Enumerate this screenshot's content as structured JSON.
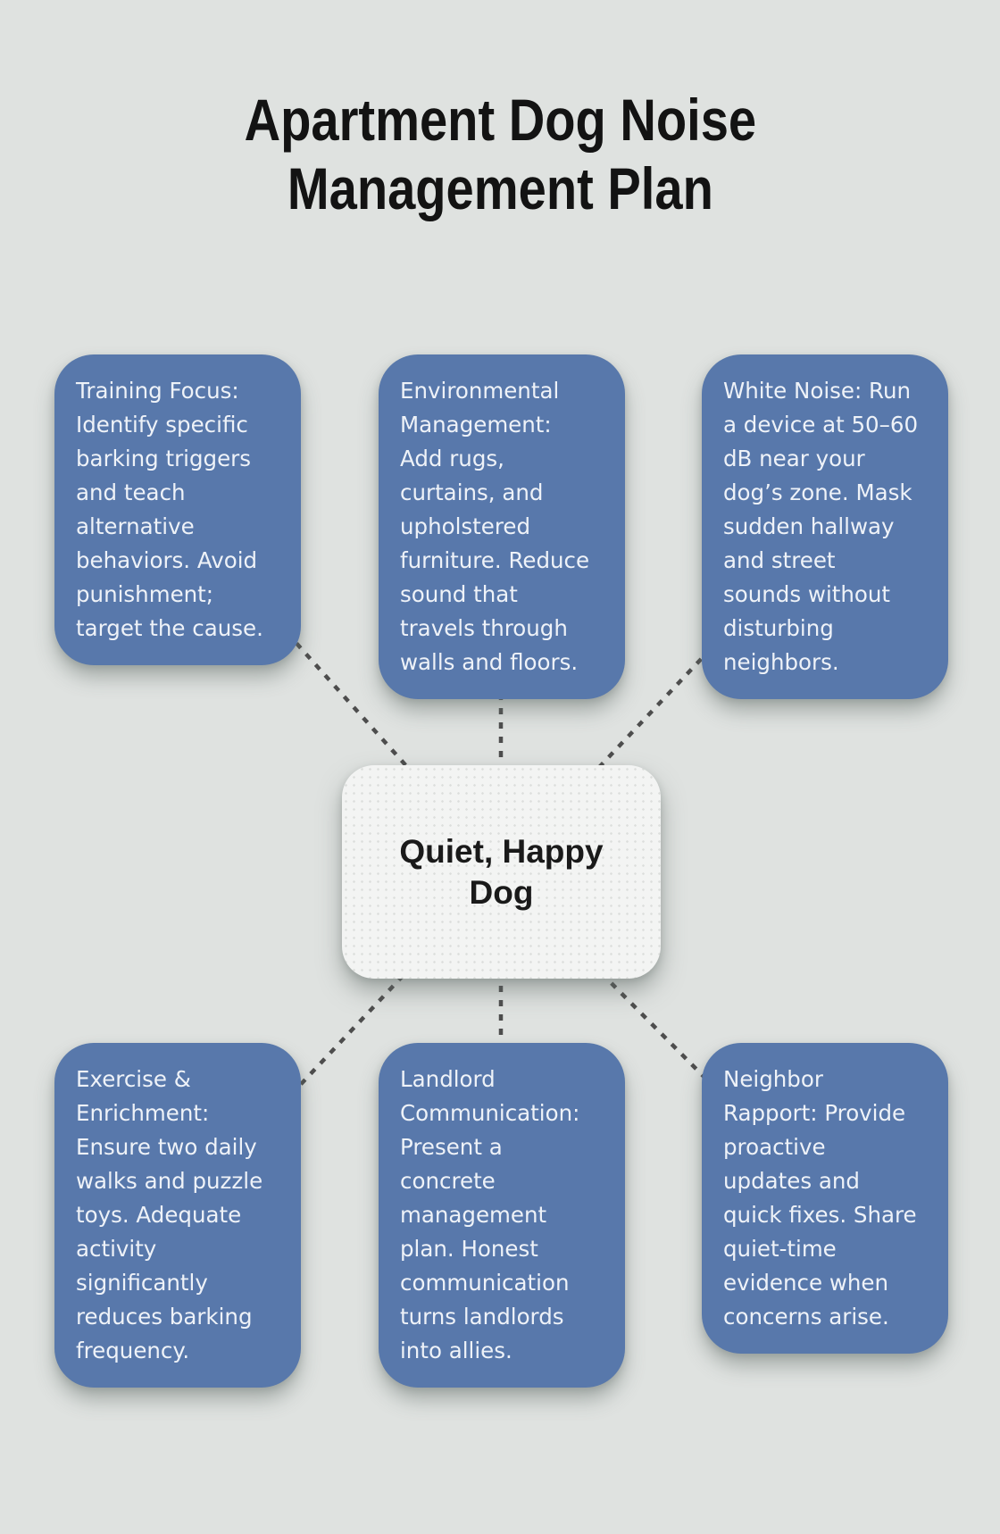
{
  "title": "Apartment Dog Noise\nManagement Plan",
  "center": {
    "label": "Quiet, Happy\nDog"
  },
  "nodes": [
    {
      "id": "training-focus",
      "text": "Training Focus:\nIdentify specific\nbarking triggers\nand teach\nalternative\nbehaviors. Avoid\npunishment;\ntarget the cause."
    },
    {
      "id": "environmental-management",
      "text": "Environmental\nManagement:\nAdd rugs,\ncurtains, and\nupholstered\nfurniture. Reduce\nsound that\ntravels through\nwalls and floors."
    },
    {
      "id": "white-noise",
      "text": "White Noise: Run\na device at 50–60\ndB near your\ndog’s zone. Mask\nsudden hallway\nand street\nsounds without\ndisturbing\nneighbors."
    },
    {
      "id": "exercise-enrichment",
      "text": "Exercise &\nEnrichment:\nEnsure two daily\nwalks and puzzle\ntoys. Adequate\nactivity\nsignificantly\nreduces barking\nfrequency."
    },
    {
      "id": "landlord-communication",
      "text": "Landlord\nCommunication:\nPresent a\nconcrete\nmanagement\nplan. Honest\ncommunication\nturns landlords\ninto allies."
    },
    {
      "id": "neighbor-rapport",
      "text": "Neighbor\nRapport: Provide\nproactive\nupdates and\nquick fixes. Share\nquiet-time\nevidence when\nconcerns arise."
    }
  ],
  "colors": {
    "background": "#dfe2e0",
    "node_fill": "#5878ab",
    "node_text": "#eef2f8",
    "center_fill": "#f3f4f3",
    "center_dot": "#dcdedc",
    "center_text": "#1a1a1a",
    "title_text": "#131313",
    "connector": "#4d4d4d"
  }
}
